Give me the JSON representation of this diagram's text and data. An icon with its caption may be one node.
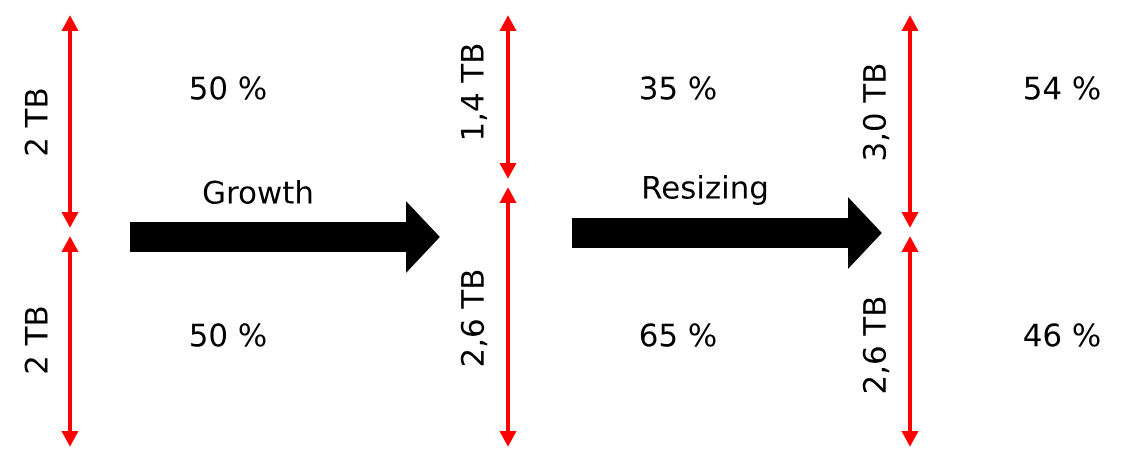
{
  "diagram": {
    "nodes": [
      {
        "text": [],
        "shape": "bar",
        "beside": [
          "2 TB",
          "2 TB"
        ]
      },
      {
        "text": [],
        "shape": "bar",
        "beside": [
          "1,4 TB",
          "2,6 TB"
        ]
      },
      {
        "text": [],
        "shape": "bar",
        "beside": [
          "3,0 TB",
          "2,6 TB"
        ]
      }
    ],
    "edges": [
      {
        "from": 0,
        "to": 1,
        "arrow": "to",
        "label": "Growth"
      },
      {
        "from": 1,
        "to": 2,
        "arrow": "to",
        "label": "Resizing"
      }
    ],
    "labels": [
      "50 %",
      "50 %",
      "35 %",
      "65 %",
      "54 %",
      "46 %"
    ]
  }
}
